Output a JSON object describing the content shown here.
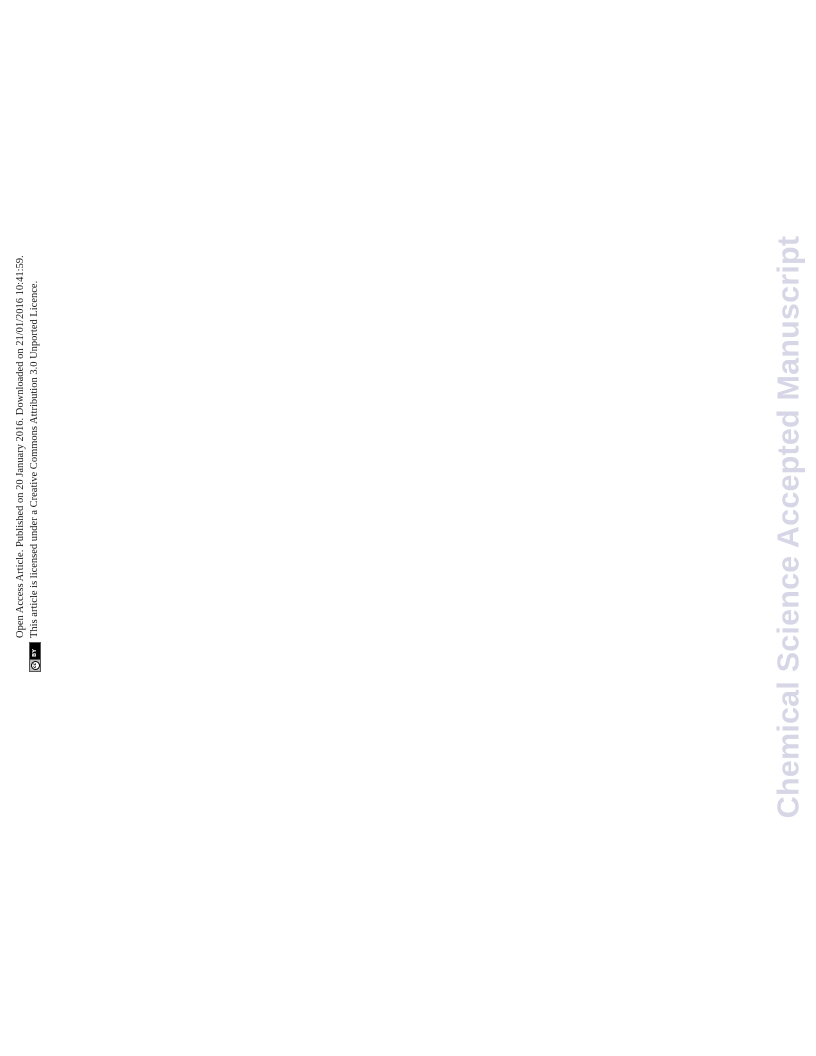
{
  "notice": {
    "line1": "Open Access Article. Published on 20 January 2016. Downloaded on 21/01/2016 10:41:59.",
    "line2": "This article is licensed under a Creative Commons Attribution 3.0 Unported Licence."
  },
  "license_badge": {
    "icon": "cc-by-icon",
    "cc_text": "cc",
    "by_text": "BY"
  },
  "watermark": {
    "text": "Chemical Science Accepted Manuscript",
    "color": "#d7d6e6"
  }
}
